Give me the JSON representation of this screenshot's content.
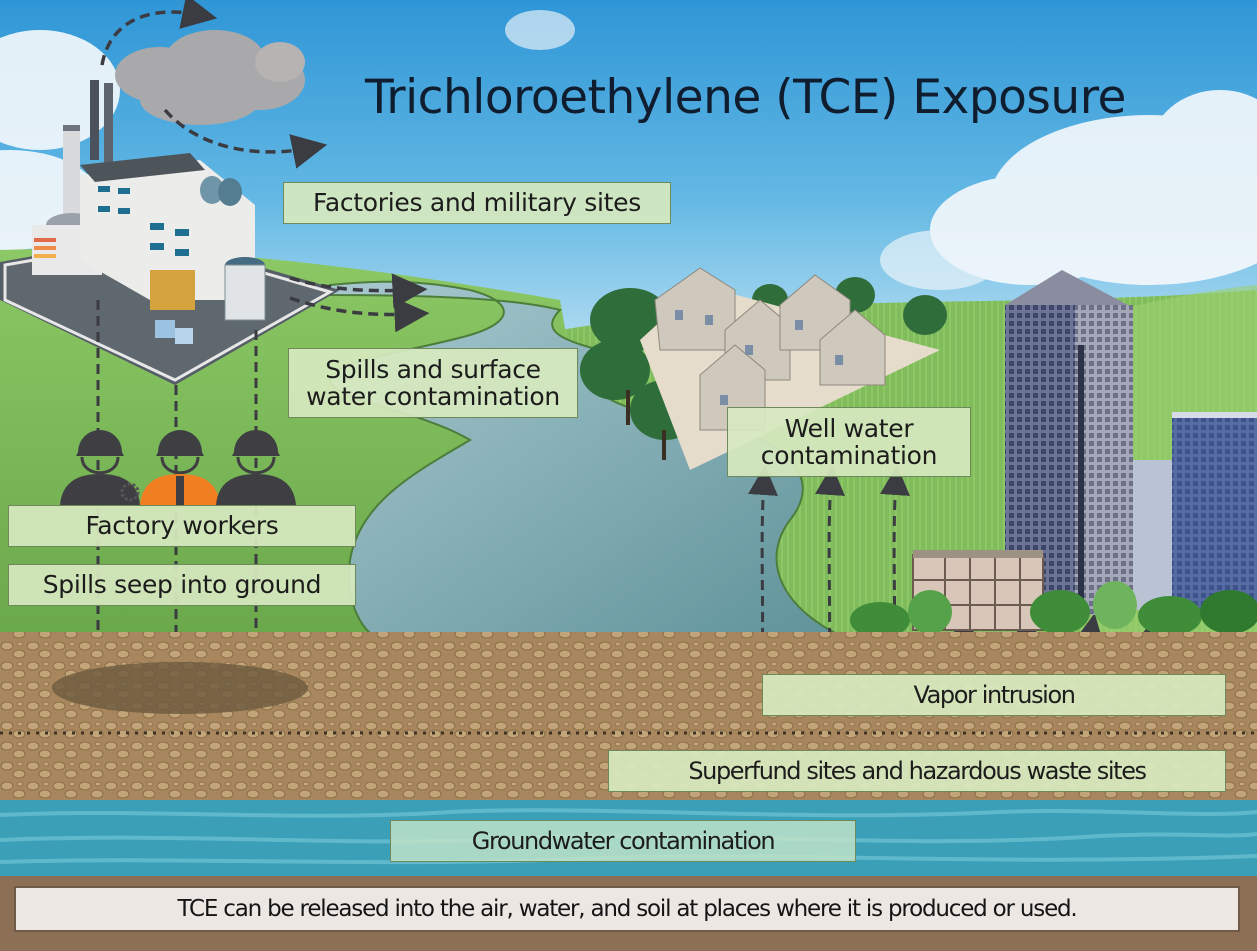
{
  "title": "Trichloroethylene (TCE) Exposure",
  "labels": {
    "factories": "Factories and military sites",
    "spills_surface_line1": "Spills and surface",
    "spills_surface_line2": "water contamination",
    "factory_workers": "Factory workers",
    "spills_seep": "Spills seep into ground",
    "well_water_line1": "Well water",
    "well_water_line2": "contamination",
    "vapor_intrusion": "Vapor intrusion",
    "superfund": "Superfund sites and hazardous waste sites",
    "groundwater": "Groundwater contamination"
  },
  "footer": "TCE can be released into the air, water, and soil at places where it is produced or used.",
  "scene_elements": [
    "factory-icon",
    "smoke-cloud-icon",
    "factory-worker-icon",
    "river",
    "houses-icon",
    "trees-icon",
    "skyscraper-icon",
    "office-building-icon",
    "soil-layer",
    "groundwater-layer",
    "spill-pool",
    "dashed-arrow-icon"
  ],
  "colors": {
    "sky": "#4ea8dc",
    "grass": "#7cb85a",
    "river": "#6f9fa5",
    "soil": "#a7865f",
    "groundwater": "#3aa0b8",
    "label_bg": "#d6e8be",
    "footer_bg": "#ece7e3",
    "arrow": "#3b3b42"
  }
}
